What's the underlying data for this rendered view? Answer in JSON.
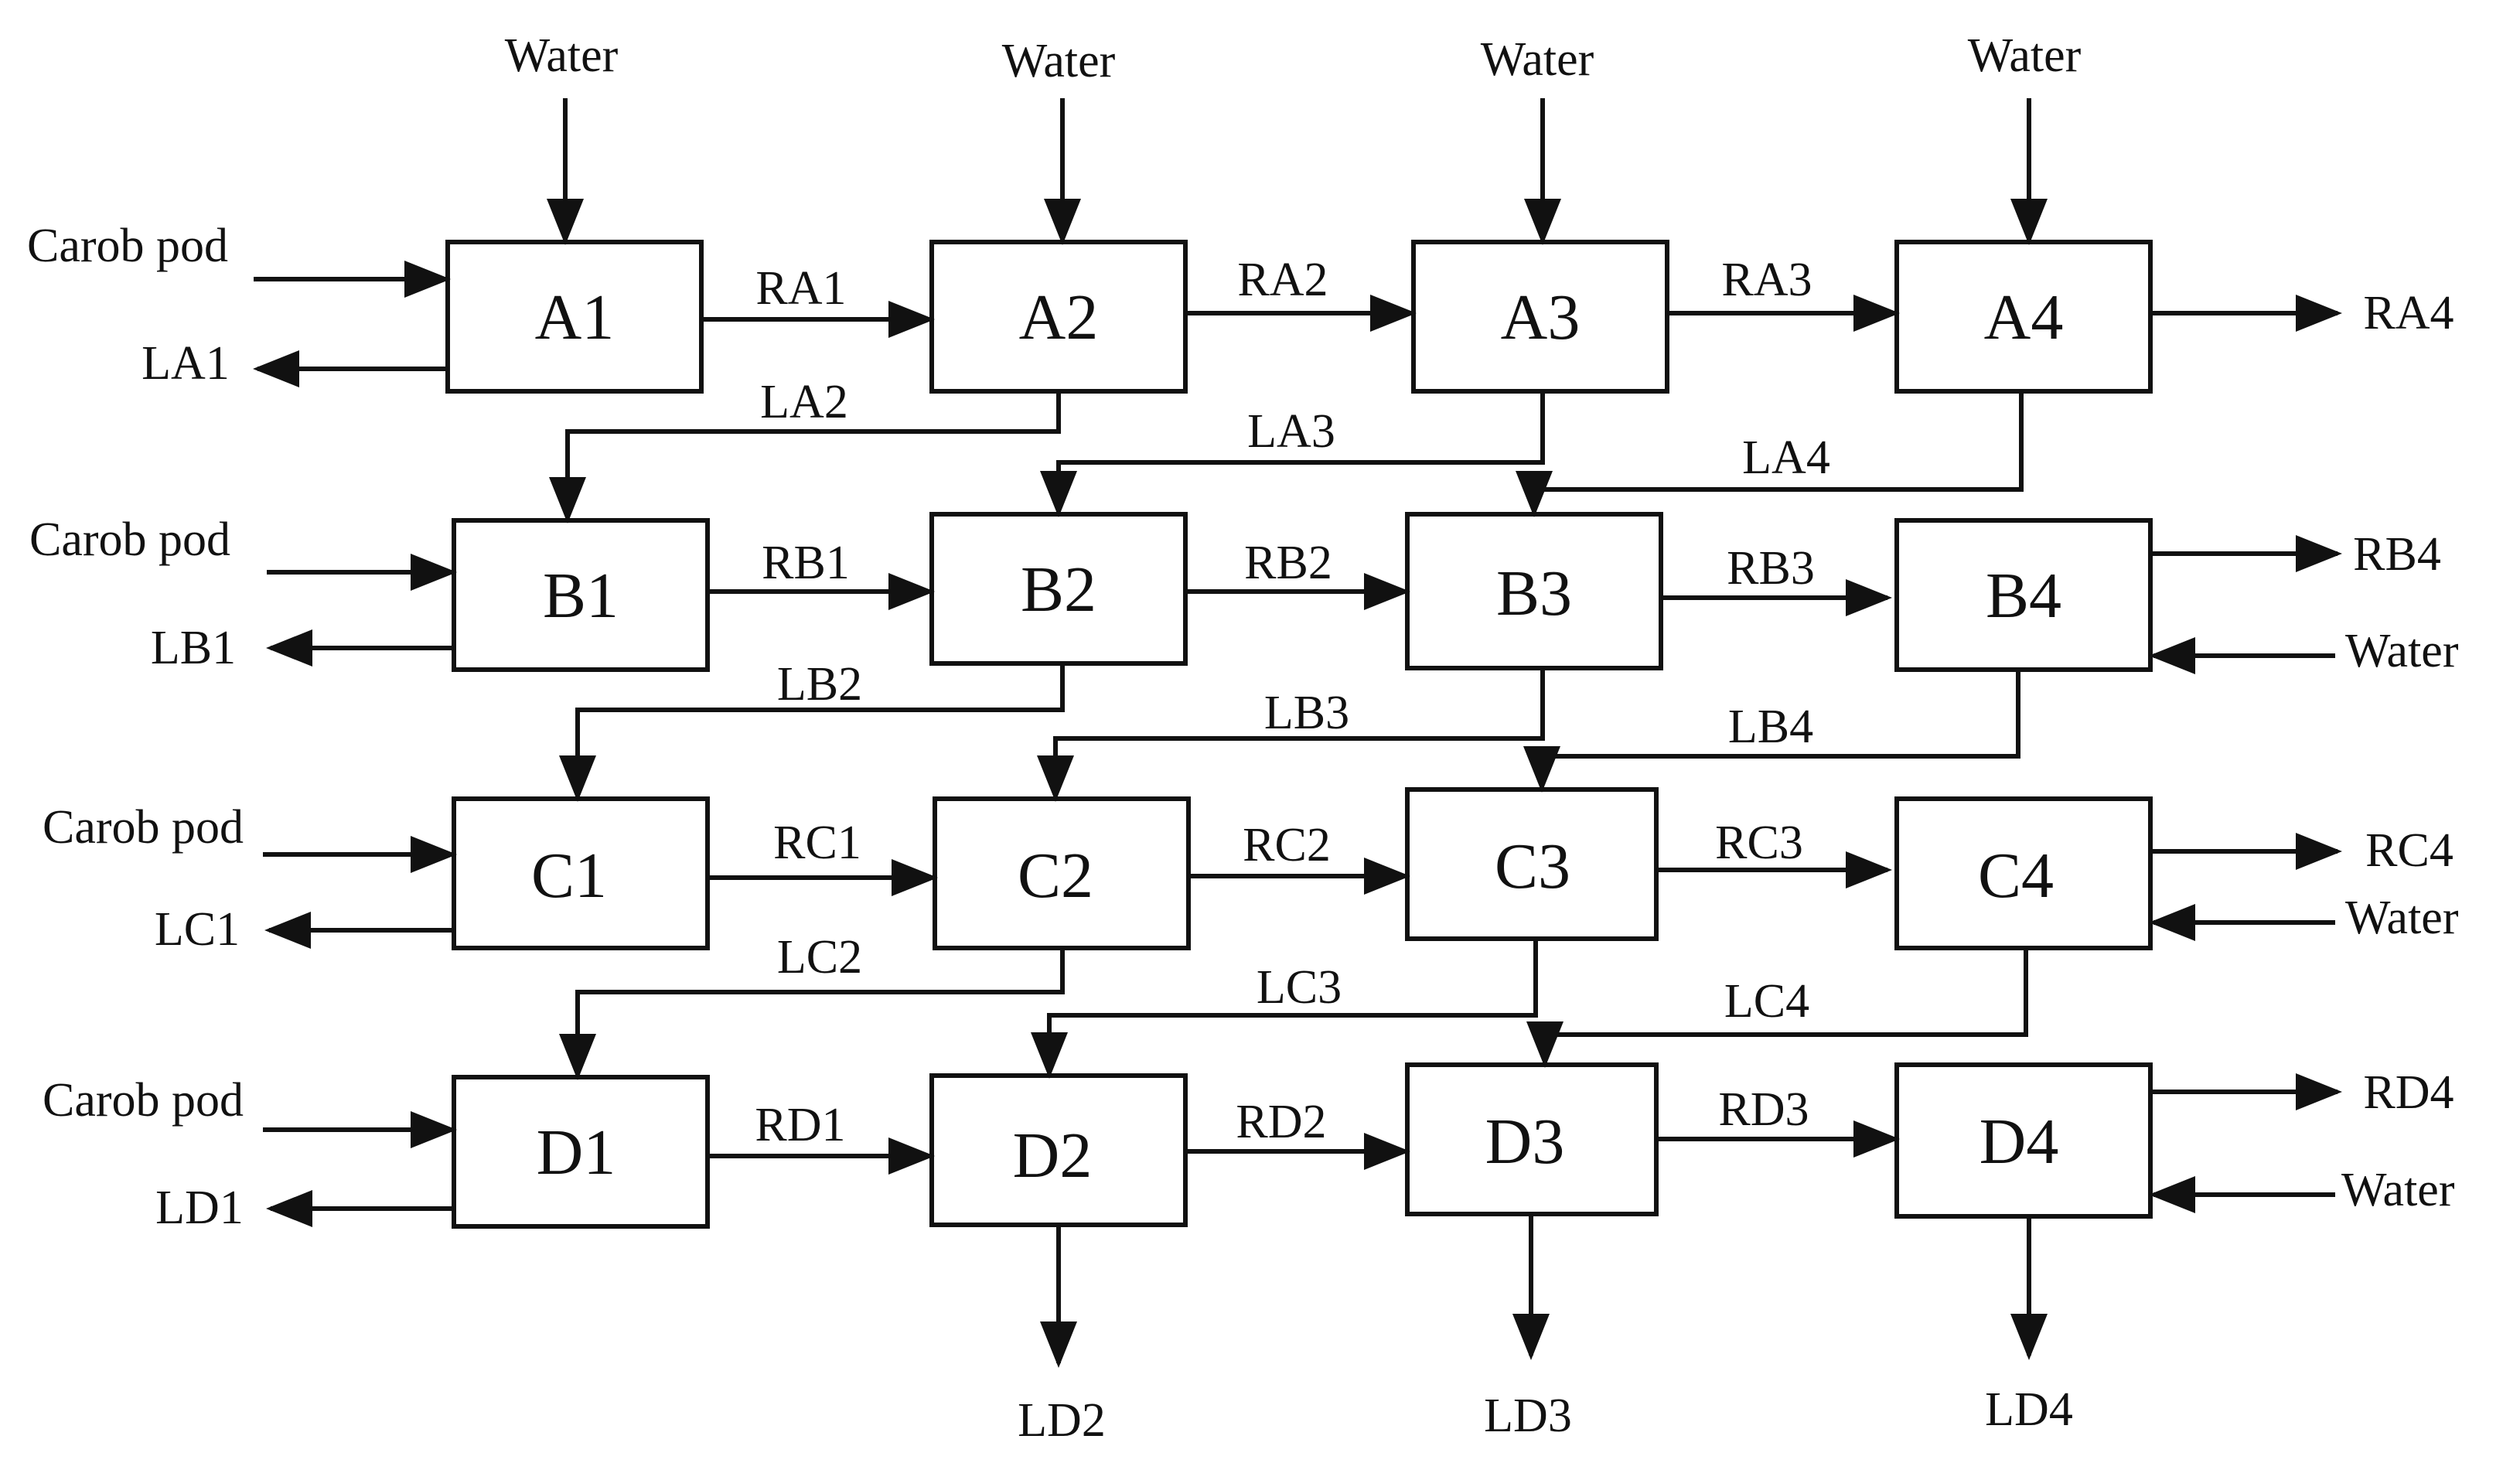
{
  "boxes": {
    "A1": "A1",
    "A2": "A2",
    "A3": "A3",
    "A4": "A4",
    "B1": "B1",
    "B2": "B2",
    "B3": "B3",
    "B4": "B4",
    "C1": "C1",
    "C2": "C2",
    "C3": "C3",
    "C4": "C4",
    "D1": "D1",
    "D2": "D2",
    "D3": "D3",
    "D4": "D4"
  },
  "labels": {
    "water": "Water",
    "carob_pod": "Carob pod",
    "RA1": "RA1",
    "RA2": "RA2",
    "RA3": "RA3",
    "RA4": "RA4",
    "RB1": "RB1",
    "RB2": "RB2",
    "RB3": "RB3",
    "RB4": "RB4",
    "RC1": "RC1",
    "RC2": "RC2",
    "RC3": "RC3",
    "RC4": "RC4",
    "RD1": "RD1",
    "RD2": "RD2",
    "RD3": "RD3",
    "RD4": "RD4",
    "LA1": "LA1",
    "LA2": "LA2",
    "LA3": "LA3",
    "LA4": "LA4",
    "LB1": "LB1",
    "LB2": "LB2",
    "LB3": "LB3",
    "LB4": "LB4",
    "LC1": "LC1",
    "LC2": "LC2",
    "LC3": "LC3",
    "LC4": "LC4",
    "LD1": "LD1",
    "LD2": "LD2",
    "LD3": "LD3",
    "LD4": "LD4"
  }
}
